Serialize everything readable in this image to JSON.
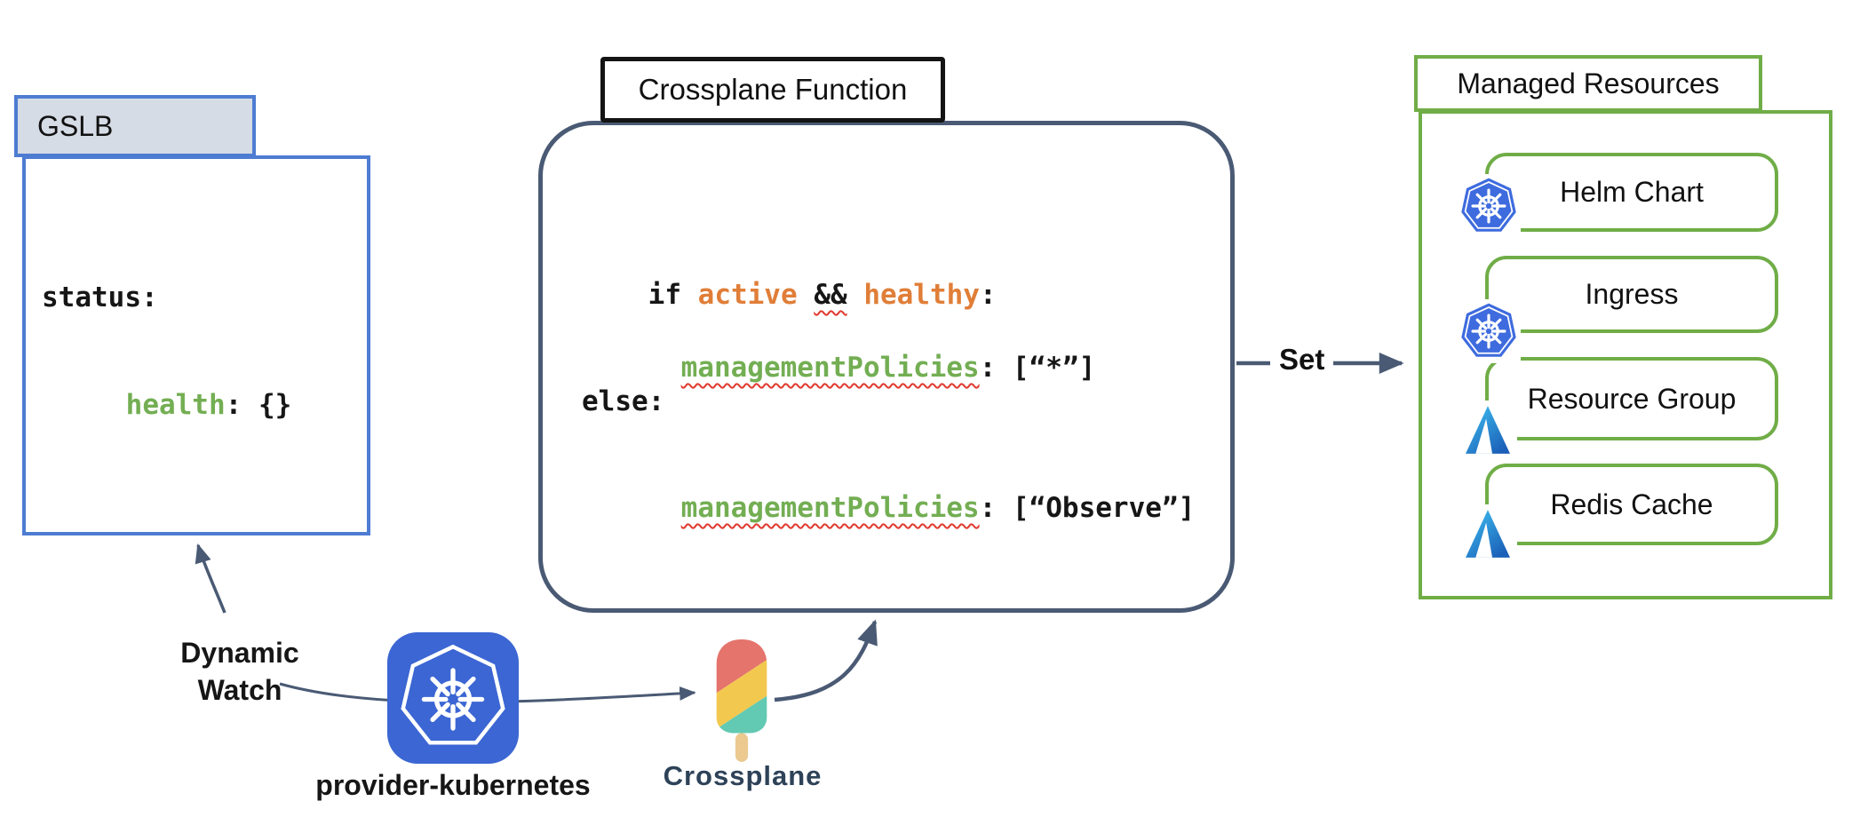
{
  "colors": {
    "blue_border": "#4d7cd2",
    "tab_fill": "#D6DCE5",
    "slate_arrow": "#4A5A74",
    "green_border": "#70AD47",
    "code_orange": "#E07E38",
    "code_green": "#73AE53",
    "squiggle_red": "#E0392E",
    "kubernetes_blue": "#3B66D3",
    "azure_blue_light": "#3FC3F2",
    "azure_blue_dark": "#1B5FB8",
    "popsicle_red": "#E4746C",
    "popsicle_yellow": "#F2C84F",
    "popsicle_teal": "#62C9B2",
    "popsicle_stick": "#EBC98F",
    "crossplane_navy": "#2E4258"
  },
  "gslb": {
    "title": "GSLB",
    "code": {
      "line1": "status:",
      "line2_key": "health",
      "line2_rest": ": {}"
    }
  },
  "crossplane_function": {
    "title": "Crossplane Function",
    "code": {
      "l1_t1": "if ",
      "l1_t2": "active",
      "l1_t3": " ",
      "l1_t4": "&&",
      "l1_t5": " ",
      "l1_t6": "healthy",
      "l1_t7": ":",
      "l2_t1": "managementPolicies",
      "l2_t2": ": [“*”]",
      "l3_t1": "else:",
      "l4_t1": "managementPolicies",
      "l4_t2": ": [“Observe”]"
    }
  },
  "set_arrow": {
    "label": "Set"
  },
  "managed_resources": {
    "title": "Managed Resources",
    "items": [
      {
        "label": "Helm Chart",
        "icon": "kubernetes-icon"
      },
      {
        "label": "Ingress",
        "icon": "kubernetes-icon"
      },
      {
        "label": "Resource Group",
        "icon": "azure-icon"
      },
      {
        "label": "Redis Cache",
        "icon": "azure-icon"
      }
    ]
  },
  "bottom": {
    "dynamic_watch": "Dynamic\nWatch",
    "provider": "provider-kubernetes",
    "crossplane": "Crossplane"
  }
}
